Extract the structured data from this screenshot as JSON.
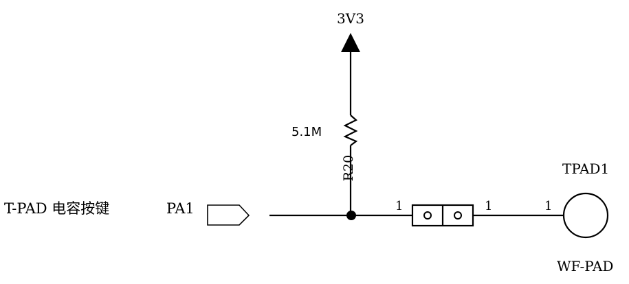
{
  "power": {
    "label": "3V3"
  },
  "resistor": {
    "value": "5.1M",
    "ref": "R20"
  },
  "signal": {
    "description": "T-PAD 电容按键",
    "net": "PA1"
  },
  "jumper": {
    "pin_left": "1",
    "pin_right": "1"
  },
  "pad": {
    "ref": "TPAD1",
    "pin": "1",
    "footprint": "WF-PAD"
  }
}
